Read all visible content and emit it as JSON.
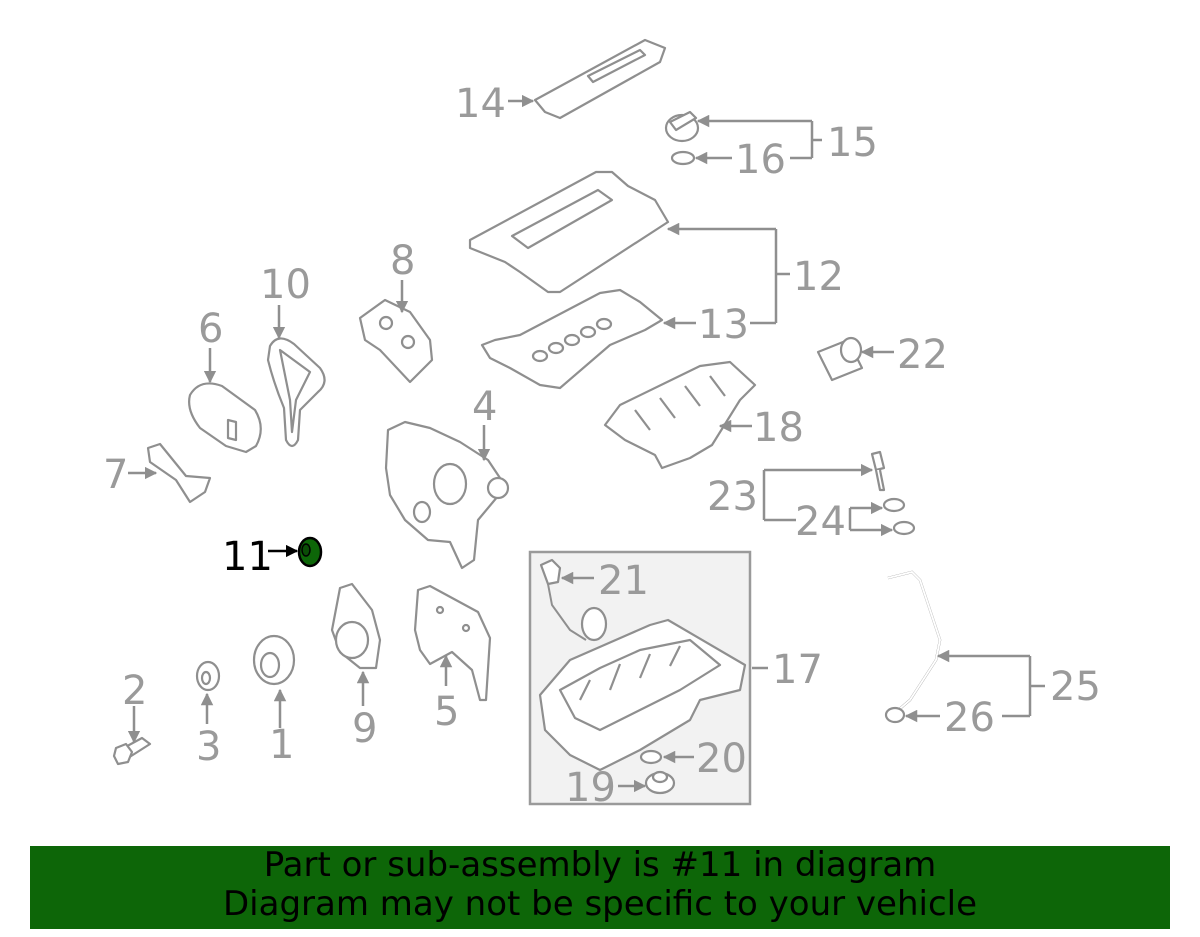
{
  "callouts": {
    "c1": "1",
    "c2": "2",
    "c3": "3",
    "c4": "4",
    "c5": "5",
    "c6": "6",
    "c7": "7",
    "c8": "8",
    "c9": "9",
    "c10": "10",
    "c11": "11",
    "c12": "12",
    "c13": "13",
    "c14": "14",
    "c15": "15",
    "c16": "16",
    "c17": "17",
    "c18": "18",
    "c19": "19",
    "c20": "20",
    "c21": "21",
    "c22": "22",
    "c23": "23",
    "c24": "24",
    "c25": "25",
    "c26": "26"
  },
  "highlighted_part": "11",
  "colors": {
    "highlight": "#0d6608",
    "line": "#8f8f8f",
    "banner_bg": "#0d6608"
  },
  "banner": {
    "line1": "Part or sub-assembly is #11 in diagram",
    "line2": "Diagram may not be specific to your vehicle"
  }
}
